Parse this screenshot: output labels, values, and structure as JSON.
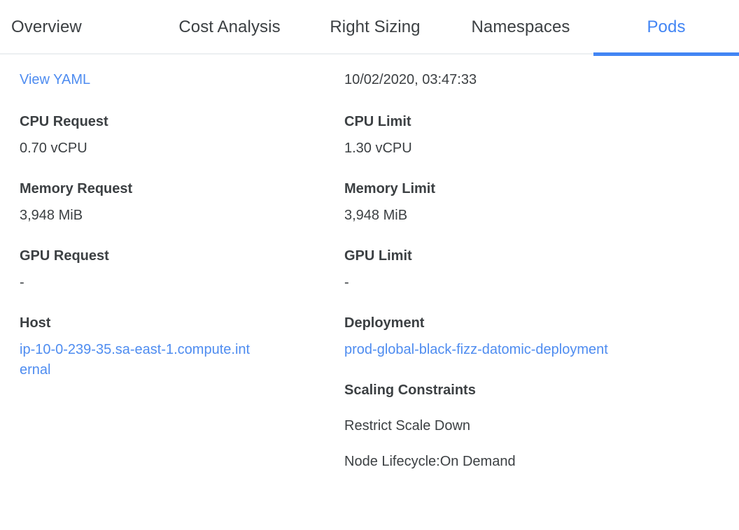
{
  "tabs": [
    {
      "label": "Overview",
      "active": false
    },
    {
      "label": "Cost Analysis",
      "active": false
    },
    {
      "label": "Right Sizing",
      "active": false
    },
    {
      "label": "Namespaces",
      "active": false
    },
    {
      "label": "Pods",
      "active": true
    }
  ],
  "left": {
    "view_yaml_link": "View YAML",
    "fields": [
      {
        "label": "CPU Request",
        "value": "0.70 vCPU"
      },
      {
        "label": "Memory Request",
        "value": "3,948 MiB"
      },
      {
        "label": "GPU Request",
        "value": "-"
      }
    ],
    "host": {
      "label": "Host",
      "value": "ip-10-0-239-35.sa-east-1.compute.internal"
    }
  },
  "right": {
    "timestamp": "10/02/2020, 03:47:33",
    "fields": [
      {
        "label": "CPU Limit",
        "value": "1.30 vCPU"
      },
      {
        "label": "Memory Limit",
        "value": "3,948 MiB"
      },
      {
        "label": "GPU Limit",
        "value": "-"
      }
    ],
    "deployment": {
      "label": "Deployment",
      "value": "prod-global-black-fizz-datomic-deployment"
    },
    "scaling": {
      "title": "Scaling Constraints",
      "constraints": [
        "Restrict Scale Down",
        "Node Lifecycle:On Demand"
      ]
    }
  },
  "colors": {
    "accent": "#4285f4",
    "link": "#4e8cf0",
    "text": "#3c4043",
    "divider": "#eceff1"
  }
}
